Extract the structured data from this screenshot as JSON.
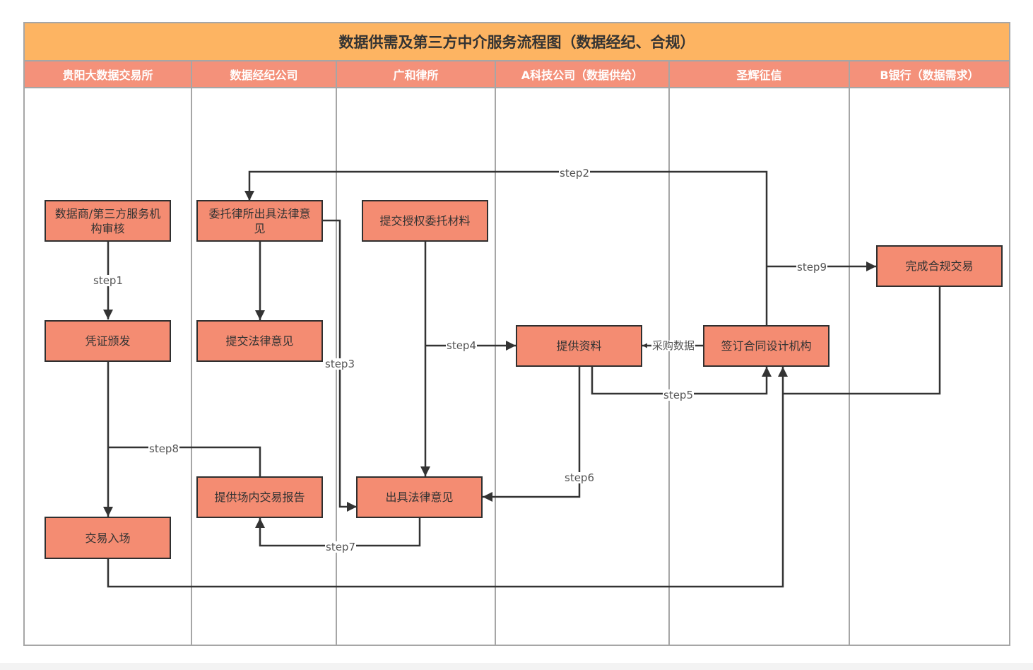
{
  "title": "数据供需及第三方中介服务流程图（数据经纪、合规）",
  "colors": {
    "title_bg": "#fdb462",
    "lane_header_bg": "#f4917a",
    "node_fill": "#f48c72",
    "node_border": "#2f2f2f",
    "edge": "#333333",
    "lane_line": "#a6a6a6"
  },
  "lanes": [
    {
      "id": "gy",
      "label": "贵阳大数据交易所"
    },
    {
      "id": "broker",
      "label": "数据经纪公司"
    },
    {
      "id": "law",
      "label": "广和律所"
    },
    {
      "id": "a",
      "label": "A科技公司（数据供给）"
    },
    {
      "id": "sh",
      "label": "圣辉征信"
    },
    {
      "id": "b",
      "label": "B银行（数据需求）"
    }
  ],
  "nodes": [
    {
      "id": "n1",
      "lane": "gy",
      "label": "数据商/第三方服务机构审核"
    },
    {
      "id": "n2",
      "lane": "gy",
      "label": "凭证颁发"
    },
    {
      "id": "n3",
      "lane": "gy",
      "label": "交易入场"
    },
    {
      "id": "n4",
      "lane": "broker",
      "label": "委托律所出具法律意见"
    },
    {
      "id": "n5",
      "lane": "broker",
      "label": "提交法律意见"
    },
    {
      "id": "n6",
      "lane": "broker",
      "label": "提供场内交易报告"
    },
    {
      "id": "n7",
      "lane": "law",
      "label": "提交授权委托材料"
    },
    {
      "id": "n8",
      "lane": "law",
      "label": "出具法律意见"
    },
    {
      "id": "n9",
      "lane": "a",
      "label": "提供资料"
    },
    {
      "id": "n10",
      "lane": "sh",
      "label": "签订合同设计机构"
    },
    {
      "id": "n11",
      "lane": "b",
      "label": "完成合规交易"
    }
  ],
  "edges": [
    {
      "id": "e1",
      "from": "n1",
      "to": "n2",
      "label": "step1"
    },
    {
      "id": "e2",
      "from": "n10",
      "to": "n4",
      "label": "step2"
    },
    {
      "id": "e3",
      "from": "n4",
      "to": "n8",
      "label": "step3"
    },
    {
      "id": "e4",
      "from": "n7",
      "to": "n9",
      "label": "step4"
    },
    {
      "id": "e5",
      "from": "n9",
      "to": "n10",
      "label": "step5"
    },
    {
      "id": "e6",
      "from": "n9",
      "to": "n8",
      "label": "step6"
    },
    {
      "id": "e7",
      "from": "n8",
      "to": "n6",
      "label": "step7"
    },
    {
      "id": "e8",
      "from": "n6",
      "to": "n3",
      "label": "step8"
    },
    {
      "id": "e9",
      "from": "n10",
      "to": "n11",
      "label": "step9"
    },
    {
      "id": "e10",
      "from": "n10",
      "to": "n9",
      "label": "采购数据"
    },
    {
      "id": "e11",
      "from": "n4",
      "to": "n5",
      "label": ""
    },
    {
      "id": "e12",
      "from": "n7",
      "to": "n8",
      "label": ""
    },
    {
      "id": "e13",
      "from": "n2",
      "to": "n3",
      "label": ""
    },
    {
      "id": "e14",
      "from": "n11",
      "to": "n10",
      "label": ""
    },
    {
      "id": "e15",
      "from": "n10",
      "to": "n3",
      "label": ""
    }
  ]
}
